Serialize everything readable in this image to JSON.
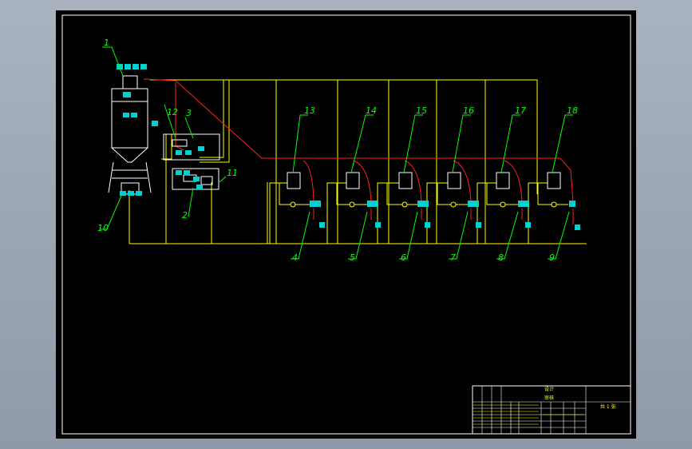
{
  "colors": {
    "frame": "#ffffff",
    "pipe_yellow": "#ffff00",
    "pipe_red": "#ff2020",
    "leader_green": "#00ff00",
    "equipment_white": "#ffffff",
    "tag_cyan": "#00d0d0"
  },
  "callouts": {
    "c1": "1",
    "c2": "2",
    "c3": "3",
    "c4": "4",
    "c5": "5",
    "c6": "6",
    "c7": "7",
    "c8": "8",
    "c9": "9",
    "c10": "10",
    "c11": "11",
    "c12": "12",
    "c13": "13",
    "c14": "14",
    "c15": "15",
    "c16": "16",
    "c17": "17",
    "c18": "18"
  },
  "title_block": {
    "row1": "设计",
    "row2": "审核",
    "sheet_label": "共 1 张"
  }
}
